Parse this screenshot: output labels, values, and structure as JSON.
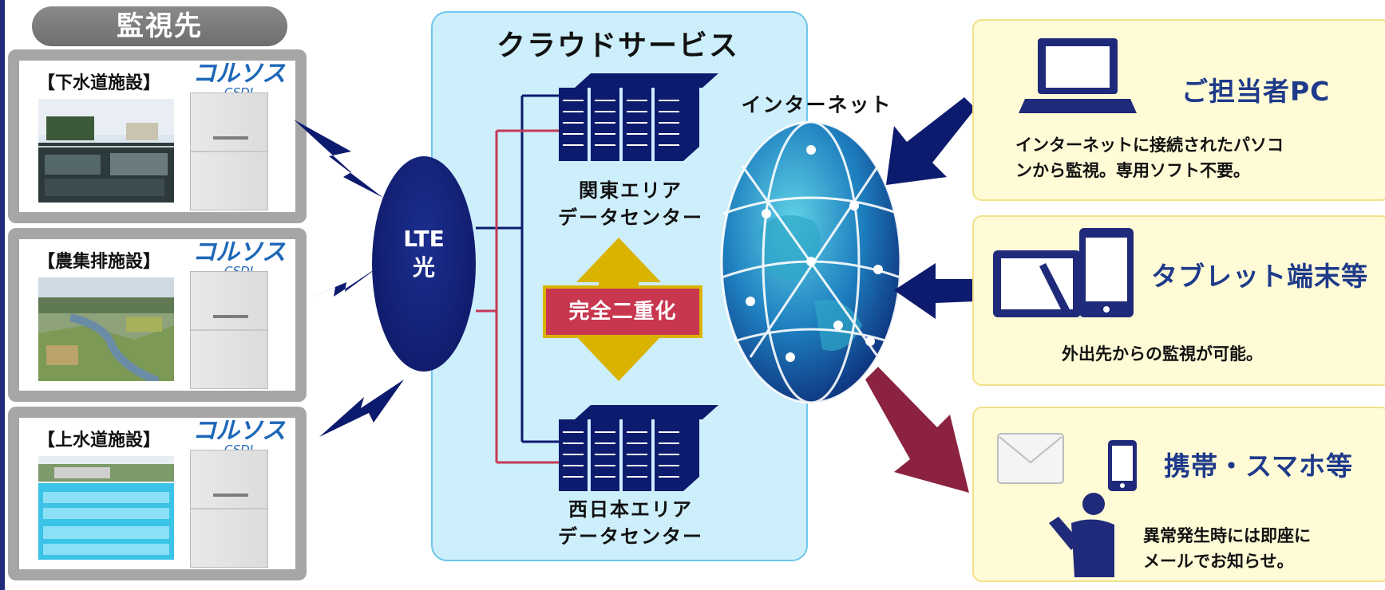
{
  "header": {
    "monitor_targets": "監視先"
  },
  "sites": [
    {
      "title": "【下水道施設】",
      "brand": "コルソス",
      "brand_sub": "CSDJ"
    },
    {
      "title": "【農集排施設】",
      "brand": "コルソス",
      "brand_sub": "CSDJ"
    },
    {
      "title": "【上水道施設】",
      "brand": "コルソス",
      "brand_sub": "CSDJ"
    }
  ],
  "network": {
    "line1": "LTE",
    "line2": "光"
  },
  "cloud": {
    "title": "クラウドサービス",
    "dc_east_line1": "関東エリア",
    "dc_east_line2": "データセンター",
    "redundancy": "完全二重化",
    "dc_west_line1": "西日本エリア",
    "dc_west_line2": "データセンター"
  },
  "internet": {
    "label": "インターネット"
  },
  "clients": [
    {
      "title": "ご担当者PC",
      "desc_line1": "インターネットに接続されたパソコ",
      "desc_line2": "ンから監視。専用ソフト不要。"
    },
    {
      "title": "タブレット端末等",
      "desc_line1": "外出先からの監視が可能。",
      "desc_line2": ""
    },
    {
      "title": "携帯・スマホ等",
      "desc_line1": "異常発生時には即座に",
      "desc_line2": "メールでお知らせ。"
    }
  ],
  "colors": {
    "navy": "#0d1b6e",
    "crimson": "#8a2240",
    "gold": "#d9b300",
    "cloud_bg": "#cdeefb",
    "card_bg": "#fffbd6",
    "title_blue": "#1e3a8a"
  }
}
